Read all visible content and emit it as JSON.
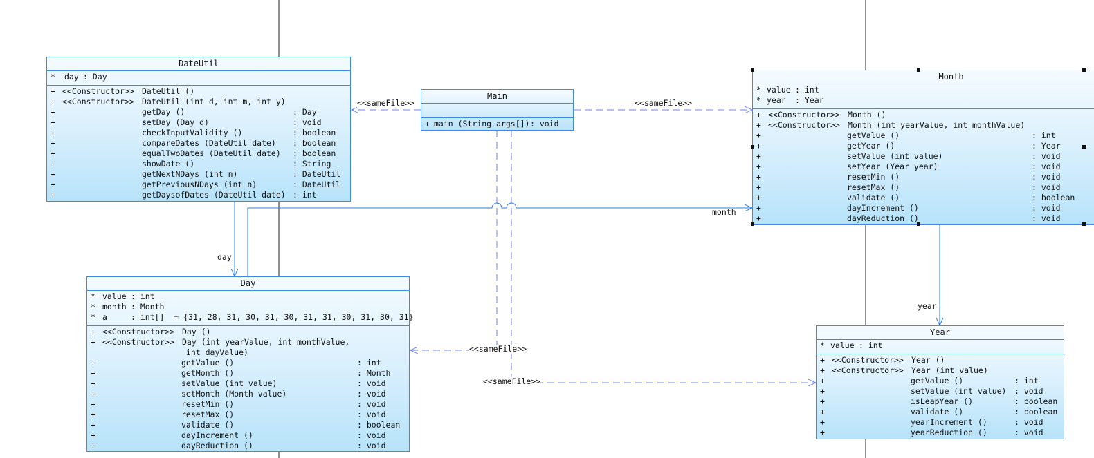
{
  "classes": {
    "dateutil": {
      "name": "DateUtil",
      "attributes": [
        {
          "vis": "*",
          "name": "day",
          "type": ": Day"
        }
      ],
      "ops": [
        {
          "vis": "+",
          "stereo": "<<Constructor>>",
          "sig": "DateUtil ()",
          "ret": ""
        },
        {
          "vis": "+",
          "stereo": "<<Constructor>>",
          "sig": "DateUtil (int d, int m, int y)",
          "ret": ""
        },
        {
          "vis": "+",
          "stereo": "",
          "sig": "getDay ()",
          "ret": ": Day"
        },
        {
          "vis": "+",
          "stereo": "",
          "sig": "setDay (Day d)",
          "ret": ": void"
        },
        {
          "vis": "+",
          "stereo": "",
          "sig": "checkInputValidity ()",
          "ret": ": boolean"
        },
        {
          "vis": "+",
          "stereo": "",
          "sig": "compareDates (DateUtil date)",
          "ret": ": boolean"
        },
        {
          "vis": "+",
          "stereo": "",
          "sig": "equalTwoDates (DateUtil date)",
          "ret": ": boolean"
        },
        {
          "vis": "+",
          "stereo": "",
          "sig": "showDate ()",
          "ret": ": String"
        },
        {
          "vis": "+",
          "stereo": "",
          "sig": "getNextNDays (int n)",
          "ret": ": DateUtil"
        },
        {
          "vis": "+",
          "stereo": "",
          "sig": "getPreviousNDays (int n)",
          "ret": ": DateUtil"
        },
        {
          "vis": "+",
          "stereo": "",
          "sig": "getDaysofDates (DateUtil date)",
          "ret": ": int"
        }
      ]
    },
    "main": {
      "name": "Main",
      "ops": [
        {
          "vis": "+",
          "stereo": "",
          "sig": "main (String args[])",
          "ret": ": void"
        }
      ]
    },
    "month": {
      "name": "Month",
      "attributes": [
        {
          "vis": "*",
          "name": "value",
          "type": ": int"
        },
        {
          "vis": "*",
          "name": "year",
          "type": ": Year"
        }
      ],
      "ops": [
        {
          "vis": "+",
          "stereo": "<<Constructor>>",
          "sig": "Month ()",
          "ret": ""
        },
        {
          "vis": "+",
          "stereo": "<<Constructor>>",
          "sig": "Month (int yearValue, int monthValue)",
          "ret": ""
        },
        {
          "vis": "+",
          "stereo": "",
          "sig": "getValue ()",
          "ret": ": int"
        },
        {
          "vis": "+",
          "stereo": "",
          "sig": "getYear ()",
          "ret": ": Year"
        },
        {
          "vis": "+",
          "stereo": "",
          "sig": "setValue (int value)",
          "ret": ": void"
        },
        {
          "vis": "+",
          "stereo": "",
          "sig": "setYear (Year year)",
          "ret": ": void"
        },
        {
          "vis": "+",
          "stereo": "",
          "sig": "resetMin ()",
          "ret": ": void"
        },
        {
          "vis": "+",
          "stereo": "",
          "sig": "resetMax ()",
          "ret": ": void"
        },
        {
          "vis": "+",
          "stereo": "",
          "sig": "validate ()",
          "ret": ": boolean"
        },
        {
          "vis": "+",
          "stereo": "",
          "sig": "dayIncrement ()",
          "ret": ": void"
        },
        {
          "vis": "+",
          "stereo": "",
          "sig": "dayReduction ()",
          "ret": ": void"
        }
      ]
    },
    "day": {
      "name": "Day",
      "attributes": [
        {
          "vis": "*",
          "name": "value",
          "type": ": int"
        },
        {
          "vis": "*",
          "name": "month",
          "type": ": Month"
        },
        {
          "vis": "*",
          "name": "a",
          "type": ": int[]  = {31, 28, 31, 30, 31, 30, 31, 31, 30, 31, 30, 31}"
        }
      ],
      "ops": [
        {
          "vis": "+",
          "stereo": "<<Constructor>>",
          "sig": "Day ()",
          "ret": ""
        },
        {
          "vis": "+",
          "stereo": "<<Constructor>>",
          "sig": "Day (int yearValue, int monthValue,",
          "ret": ""
        },
        {
          "vis": "",
          "stereo": "",
          "sig": " int dayValue)",
          "ret": ""
        },
        {
          "vis": "+",
          "stereo": "",
          "sig": "getValue ()",
          "ret": ": int"
        },
        {
          "vis": "+",
          "stereo": "",
          "sig": "getMonth ()",
          "ret": ": Month"
        },
        {
          "vis": "+",
          "stereo": "",
          "sig": "setValue (int value)",
          "ret": ": void"
        },
        {
          "vis": "+",
          "stereo": "",
          "sig": "setMonth (Month value)",
          "ret": ": void"
        },
        {
          "vis": "+",
          "stereo": "",
          "sig": "resetMin ()",
          "ret": ": void"
        },
        {
          "vis": "+",
          "stereo": "",
          "sig": "resetMax ()",
          "ret": ": void"
        },
        {
          "vis": "+",
          "stereo": "",
          "sig": "validate ()",
          "ret": ": boolean"
        },
        {
          "vis": "+",
          "stereo": "",
          "sig": "dayIncrement ()",
          "ret": ": void"
        },
        {
          "vis": "+",
          "stereo": "",
          "sig": "dayReduction ()",
          "ret": ": void"
        }
      ]
    },
    "year": {
      "name": "Year",
      "attributes": [
        {
          "vis": "*",
          "name": "value",
          "type": ": int"
        }
      ],
      "ops": [
        {
          "vis": "+",
          "stereo": "<<Constructor>>",
          "sig": "Year ()",
          "ret": ""
        },
        {
          "vis": "+",
          "stereo": "<<Constructor>>",
          "sig": "Year (int value)",
          "ret": ""
        },
        {
          "vis": "+",
          "stereo": "",
          "sig": "getValue ()",
          "ret": ": int"
        },
        {
          "vis": "+",
          "stereo": "",
          "sig": "setValue (int value)",
          "ret": ": void"
        },
        {
          "vis": "+",
          "stereo": "",
          "sig": "isLeapYear ()",
          "ret": ": boolean"
        },
        {
          "vis": "+",
          "stereo": "",
          "sig": "validate ()",
          "ret": ": boolean"
        },
        {
          "vis": "+",
          "stereo": "",
          "sig": "yearIncrement ()",
          "ret": ": void"
        },
        {
          "vis": "+",
          "stereo": "",
          "sig": "yearReduction ()",
          "ret": ": void"
        }
      ]
    }
  },
  "relations": {
    "samefile_label": "<<sameFile>>",
    "day_role": "day",
    "month_role": "month",
    "year_role": "year"
  },
  "colors": {
    "border": "#3d8be0",
    "dependency": "#6f86f0",
    "association": "#2f7fe0",
    "lifeline": "#222222"
  }
}
